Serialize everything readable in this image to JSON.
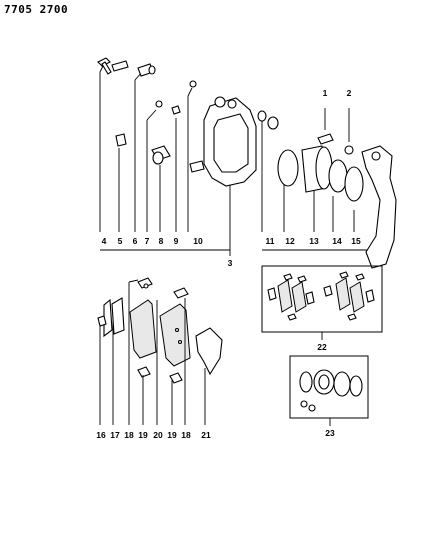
{
  "document_number": "7705 2700",
  "callouts": [
    "1",
    "2",
    "3",
    "4",
    "5",
    "6",
    "7",
    "8",
    "9",
    "10",
    "11",
    "12",
    "13",
    "14",
    "15",
    "16",
    "17",
    "18",
    "19",
    "20",
    "21",
    "22",
    "23"
  ],
  "callouts_lower_18_19": [
    "19",
    "18"
  ]
}
